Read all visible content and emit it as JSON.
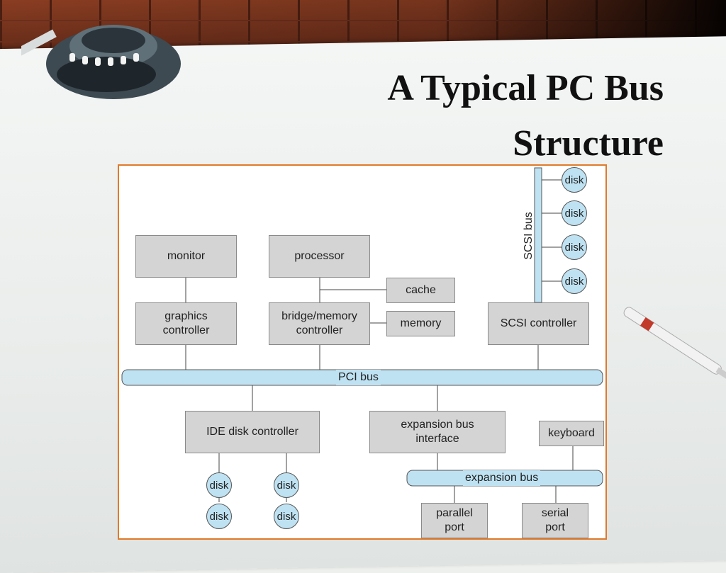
{
  "slide": {
    "title_line1": "A Typical PC Bus",
    "title_line2": "Structure"
  },
  "diagram": {
    "monitor": "monitor",
    "processor": "processor",
    "cache": "cache",
    "memory": "memory",
    "graphics_controller": "graphics\ncontroller",
    "bridge_memory_controller": "bridge/memory\ncontroller",
    "scsi_controller": "SCSI controller",
    "scsi_bus": "SCSI bus",
    "pci_bus": "PCI bus",
    "ide_disk_controller": "IDE disk controller",
    "expansion_bus_interface": "expansion bus\ninterface",
    "keyboard": "keyboard",
    "expansion_bus": "expansion bus",
    "parallel_port": "parallel\nport",
    "serial_port": "serial\nport",
    "disk_label": "disk"
  }
}
